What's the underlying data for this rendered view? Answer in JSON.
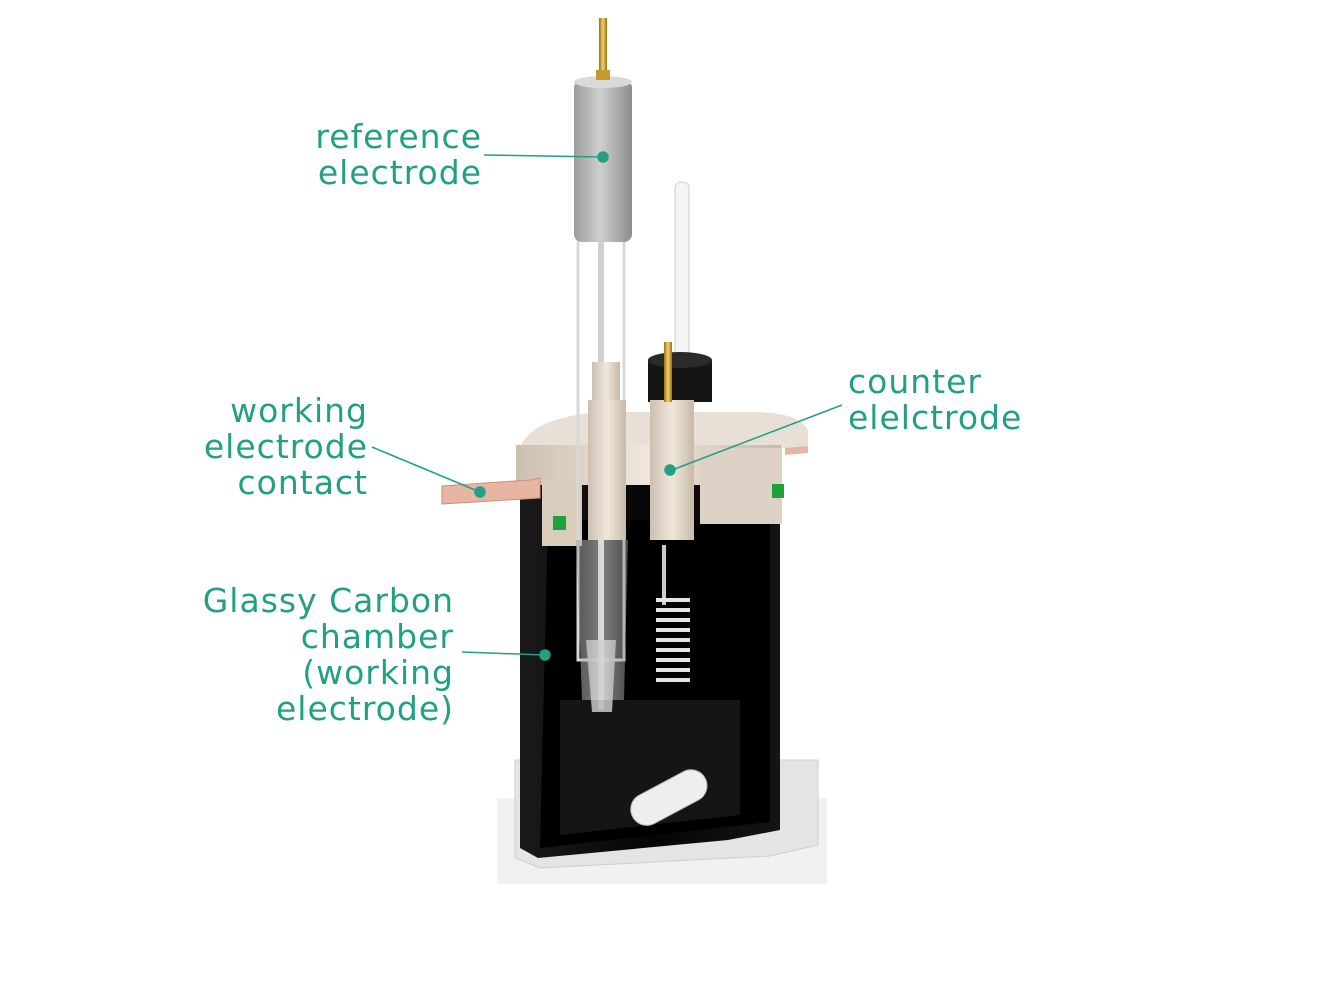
{
  "labels": {
    "reference": {
      "lines": [
        "reference",
        "electrode"
      ]
    },
    "counter": {
      "lines": [
        "counter",
        "elelctrode"
      ]
    },
    "working_contact": {
      "lines": [
        "working",
        "electrode",
        "contact"
      ]
    },
    "chamber": {
      "lines": [
        "Glassy Carbon",
        "chamber",
        "(working",
        "electrode)"
      ]
    }
  },
  "colors": {
    "label_text": "#21a085",
    "leader_line": "#21a085",
    "chamber_body": "#0c0c0c",
    "lid": "#e8e0d6",
    "copper_tab": "#e7b6a2",
    "base_plate": "#e6e6e6",
    "gold_pin": "#d4a93a",
    "seal": "#1fa23a"
  },
  "icons": [
    "electrochemical-cell-render"
  ]
}
